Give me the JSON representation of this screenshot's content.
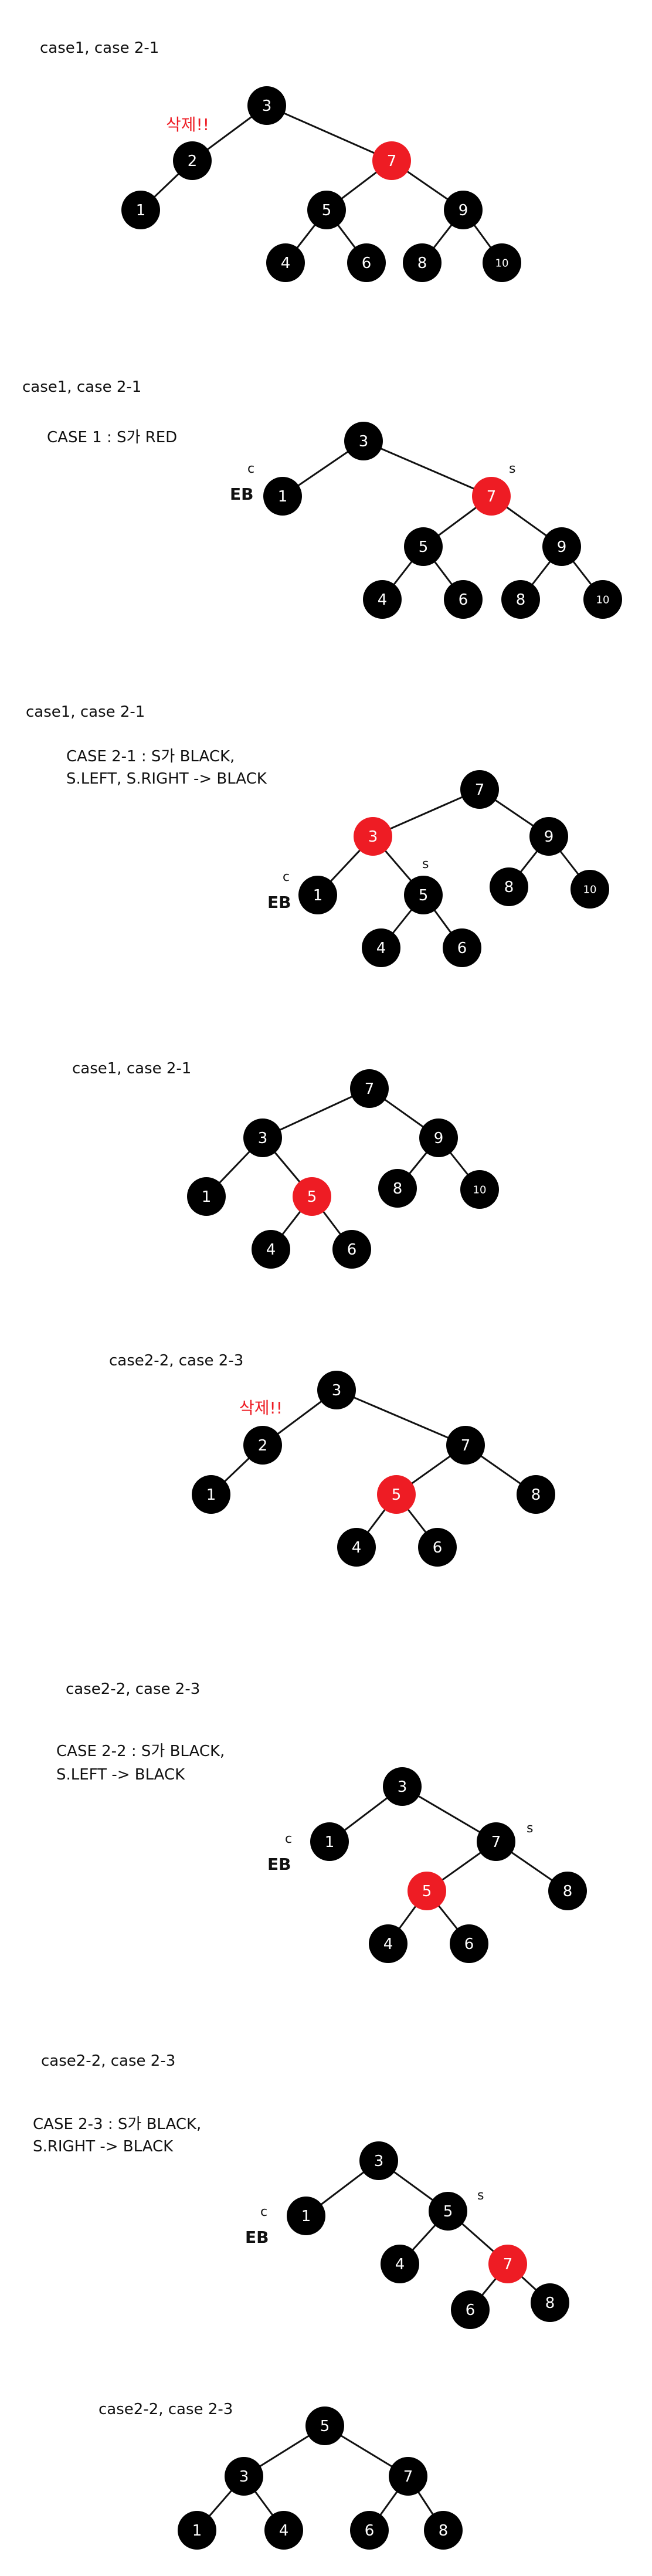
{
  "colors": {
    "black_node": "#000000",
    "red_node": "#ee1c24",
    "node_text": "#ffffff",
    "delete_mark": "#ee1c24"
  },
  "panels": [
    {
      "title": "case1, case 2-1",
      "notes": [],
      "delete_mark": "삭제!!",
      "tree": {
        "nodes": [
          {
            "id": "3",
            "label": "3",
            "color": "black"
          },
          {
            "id": "2",
            "label": "2",
            "color": "black"
          },
          {
            "id": "1",
            "label": "1",
            "color": "black"
          },
          {
            "id": "7",
            "label": "7",
            "color": "red"
          },
          {
            "id": "5",
            "label": "5",
            "color": "black"
          },
          {
            "id": "9",
            "label": "9",
            "color": "black"
          },
          {
            "id": "4",
            "label": "4",
            "color": "black"
          },
          {
            "id": "6",
            "label": "6",
            "color": "black"
          },
          {
            "id": "8",
            "label": "8",
            "color": "black"
          },
          {
            "id": "10",
            "label": "10",
            "color": "black"
          }
        ],
        "edges": [
          [
            "3",
            "2"
          ],
          [
            "2",
            "1"
          ],
          [
            "3",
            "7"
          ],
          [
            "7",
            "5"
          ],
          [
            "7",
            "9"
          ],
          [
            "5",
            "4"
          ],
          [
            "5",
            "6"
          ],
          [
            "9",
            "8"
          ],
          [
            "9",
            "10"
          ]
        ]
      }
    },
    {
      "title": "case1, case 2-1",
      "notes": [
        "CASE 1 : S가 RED"
      ],
      "c_mark": "c",
      "eb_mark": "EB",
      "s_mark": "s",
      "tree": {
        "nodes": [
          {
            "id": "3",
            "label": "3",
            "color": "black"
          },
          {
            "id": "1",
            "label": "1",
            "color": "black"
          },
          {
            "id": "7",
            "label": "7",
            "color": "red"
          },
          {
            "id": "5",
            "label": "5",
            "color": "black"
          },
          {
            "id": "9",
            "label": "9",
            "color": "black"
          },
          {
            "id": "4",
            "label": "4",
            "color": "black"
          },
          {
            "id": "6",
            "label": "6",
            "color": "black"
          },
          {
            "id": "8",
            "label": "8",
            "color": "black"
          },
          {
            "id": "10",
            "label": "10",
            "color": "black"
          }
        ],
        "edges": [
          [
            "3",
            "1"
          ],
          [
            "3",
            "7"
          ],
          [
            "7",
            "5"
          ],
          [
            "7",
            "9"
          ],
          [
            "5",
            "4"
          ],
          [
            "5",
            "6"
          ],
          [
            "9",
            "8"
          ],
          [
            "9",
            "10"
          ]
        ]
      }
    },
    {
      "title": "case1, case 2-1",
      "notes": [
        "CASE 2-1 : S가 BLACK,",
        "S.LEFT, S.RIGHT -> BLACK"
      ],
      "c_mark": "c",
      "eb_mark": "EB",
      "s_mark": "s",
      "tree": {
        "nodes": [
          {
            "id": "7",
            "label": "7",
            "color": "black"
          },
          {
            "id": "3",
            "label": "3",
            "color": "red"
          },
          {
            "id": "9",
            "label": "9",
            "color": "black"
          },
          {
            "id": "1",
            "label": "1",
            "color": "black"
          },
          {
            "id": "5",
            "label": "5",
            "color": "black"
          },
          {
            "id": "8",
            "label": "8",
            "color": "black"
          },
          {
            "id": "10",
            "label": "10",
            "color": "black"
          },
          {
            "id": "4",
            "label": "4",
            "color": "black"
          },
          {
            "id": "6",
            "label": "6",
            "color": "black"
          }
        ],
        "edges": [
          [
            "7",
            "3"
          ],
          [
            "7",
            "9"
          ],
          [
            "3",
            "1"
          ],
          [
            "3",
            "5"
          ],
          [
            "9",
            "8"
          ],
          [
            "9",
            "10"
          ],
          [
            "5",
            "4"
          ],
          [
            "5",
            "6"
          ]
        ]
      }
    },
    {
      "title": "case1, case 2-1",
      "notes": [],
      "tree": {
        "nodes": [
          {
            "id": "7",
            "label": "7",
            "color": "black"
          },
          {
            "id": "3",
            "label": "3",
            "color": "black"
          },
          {
            "id": "9",
            "label": "9",
            "color": "black"
          },
          {
            "id": "1",
            "label": "1",
            "color": "black"
          },
          {
            "id": "5",
            "label": "5",
            "color": "red"
          },
          {
            "id": "8",
            "label": "8",
            "color": "black"
          },
          {
            "id": "10",
            "label": "10",
            "color": "black"
          },
          {
            "id": "4",
            "label": "4",
            "color": "black"
          },
          {
            "id": "6",
            "label": "6",
            "color": "black"
          }
        ],
        "edges": [
          [
            "7",
            "3"
          ],
          [
            "7",
            "9"
          ],
          [
            "3",
            "1"
          ],
          [
            "3",
            "5"
          ],
          [
            "9",
            "8"
          ],
          [
            "9",
            "10"
          ],
          [
            "5",
            "4"
          ],
          [
            "5",
            "6"
          ]
        ]
      }
    },
    {
      "title": "case2-2, case 2-3",
      "notes": [],
      "delete_mark": "삭제!!",
      "tree": {
        "nodes": [
          {
            "id": "3",
            "label": "3",
            "color": "black"
          },
          {
            "id": "2",
            "label": "2",
            "color": "black"
          },
          {
            "id": "1",
            "label": "1",
            "color": "black"
          },
          {
            "id": "7",
            "label": "7",
            "color": "black"
          },
          {
            "id": "5",
            "label": "5",
            "color": "red"
          },
          {
            "id": "8",
            "label": "8",
            "color": "black"
          },
          {
            "id": "4",
            "label": "4",
            "color": "black"
          },
          {
            "id": "6",
            "label": "6",
            "color": "black"
          }
        ],
        "edges": [
          [
            "3",
            "2"
          ],
          [
            "2",
            "1"
          ],
          [
            "3",
            "7"
          ],
          [
            "7",
            "5"
          ],
          [
            "7",
            "8"
          ],
          [
            "5",
            "4"
          ],
          [
            "5",
            "6"
          ]
        ]
      }
    },
    {
      "title": "case2-2, case 2-3",
      "notes": [
        "CASE 2-2 : S가 BLACK,",
        "S.LEFT -> BLACK"
      ],
      "c_mark": "c",
      "eb_mark": "EB",
      "s_mark": "s",
      "tree": {
        "nodes": [
          {
            "id": "3",
            "label": "3",
            "color": "black"
          },
          {
            "id": "1",
            "label": "1",
            "color": "black"
          },
          {
            "id": "7",
            "label": "7",
            "color": "black"
          },
          {
            "id": "5",
            "label": "5",
            "color": "red"
          },
          {
            "id": "8",
            "label": "8",
            "color": "black"
          },
          {
            "id": "4",
            "label": "4",
            "color": "black"
          },
          {
            "id": "6",
            "label": "6",
            "color": "black"
          }
        ],
        "edges": [
          [
            "3",
            "1"
          ],
          [
            "3",
            "7"
          ],
          [
            "7",
            "5"
          ],
          [
            "7",
            "8"
          ],
          [
            "5",
            "4"
          ],
          [
            "5",
            "6"
          ]
        ]
      }
    },
    {
      "title": "case2-2, case 2-3",
      "notes": [
        "CASE 2-3 : S가 BLACK,",
        "S.RIGHT -> BLACK"
      ],
      "c_mark": "c",
      "eb_mark": "EB",
      "s_mark": "s",
      "tree": {
        "nodes": [
          {
            "id": "3",
            "label": "3",
            "color": "black"
          },
          {
            "id": "1",
            "label": "1",
            "color": "black"
          },
          {
            "id": "5",
            "label": "5",
            "color": "black"
          },
          {
            "id": "4",
            "label": "4",
            "color": "black"
          },
          {
            "id": "7",
            "label": "7",
            "color": "red"
          },
          {
            "id": "6",
            "label": "6",
            "color": "black"
          },
          {
            "id": "8",
            "label": "8",
            "color": "black"
          }
        ],
        "edges": [
          [
            "3",
            "1"
          ],
          [
            "3",
            "5"
          ],
          [
            "5",
            "4"
          ],
          [
            "5",
            "7"
          ],
          [
            "7",
            "6"
          ],
          [
            "7",
            "8"
          ]
        ]
      }
    },
    {
      "title": "case2-2, case 2-3",
      "notes": [],
      "tree": {
        "nodes": [
          {
            "id": "5",
            "label": "5",
            "color": "black"
          },
          {
            "id": "3",
            "label": "3",
            "color": "black"
          },
          {
            "id": "7",
            "label": "7",
            "color": "black"
          },
          {
            "id": "1",
            "label": "1",
            "color": "black"
          },
          {
            "id": "4",
            "label": "4",
            "color": "black"
          },
          {
            "id": "6",
            "label": "6",
            "color": "black"
          },
          {
            "id": "8",
            "label": "8",
            "color": "black"
          }
        ],
        "edges": [
          [
            "5",
            "3"
          ],
          [
            "5",
            "7"
          ],
          [
            "3",
            "1"
          ],
          [
            "3",
            "4"
          ],
          [
            "7",
            "6"
          ],
          [
            "7",
            "8"
          ]
        ]
      }
    }
  ]
}
